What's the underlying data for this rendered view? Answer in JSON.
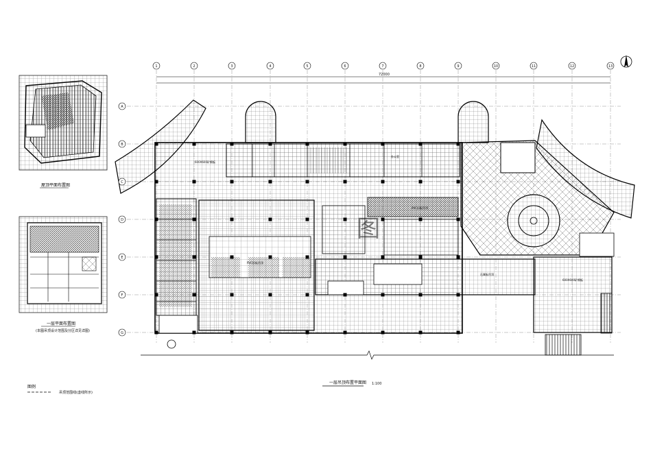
{
  "sheet": {
    "total_dim": "72000",
    "main_caption": "一层吊顶布置平面图",
    "main_scale": "1:100",
    "key_plan_1_caption": "屋顶平面布置图",
    "key_plan_2_caption": "一层平面布置图",
    "key_plan_2_subcaption": "(本图吊顶设计范围及分区详见详图)",
    "legend_title": "图例",
    "legend_text": "吊顶范围线(虚线所示)",
    "watermark": "图",
    "labels": {
      "pvc": "PVC扣板吊顶",
      "grid": "600X600矿棉板",
      "gypsum": "石膏板吊顶",
      "room": "办公室"
    },
    "axis_numbers": [
      "1",
      "2",
      "3",
      "4",
      "5",
      "6",
      "7",
      "8",
      "9",
      "10",
      "11",
      "12",
      "13"
    ],
    "axis_letters": [
      "A",
      "B",
      "C",
      "D",
      "E",
      "F",
      "G"
    ]
  },
  "colors": {
    "ink": "#1a1a1a",
    "hatch": "#3a3a3a",
    "paper": "#ffffff"
  }
}
